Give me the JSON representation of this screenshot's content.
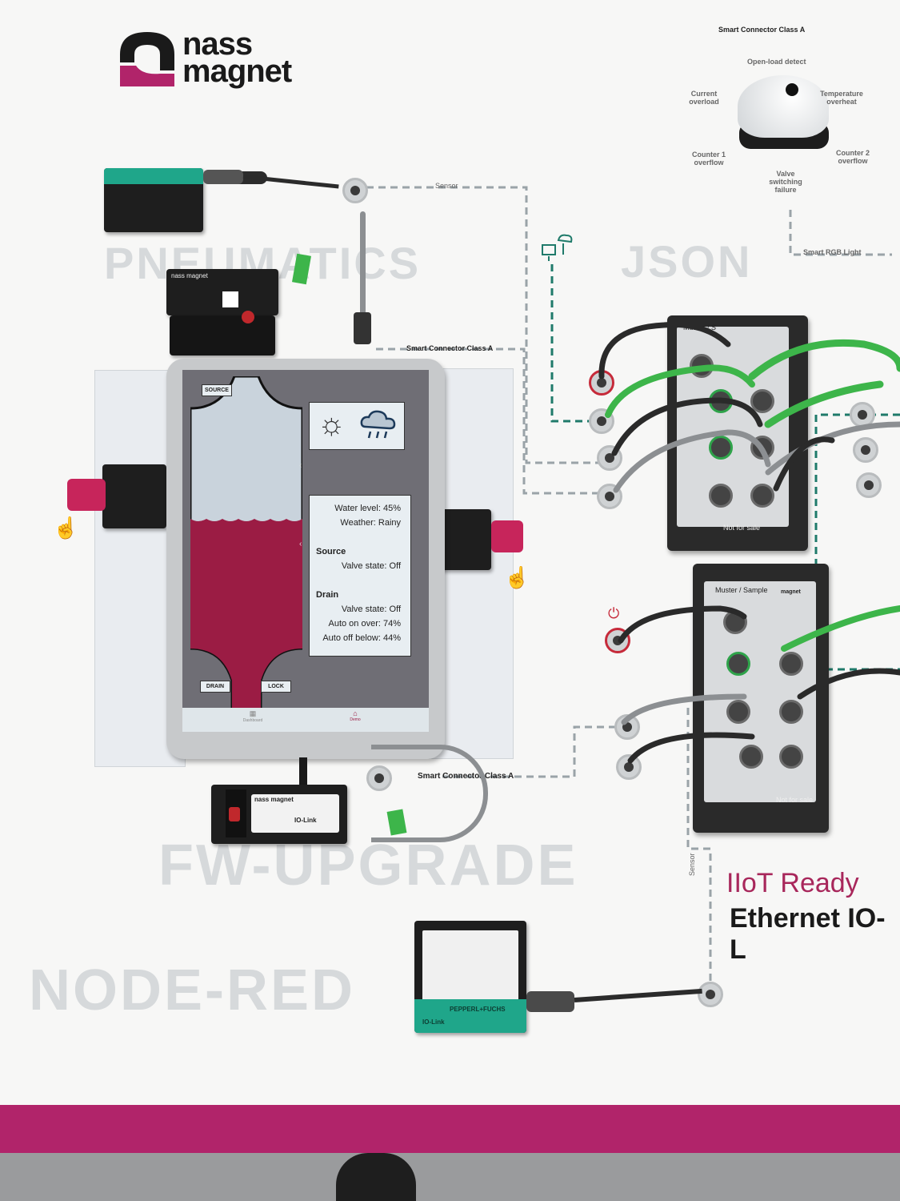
{
  "logo": {
    "line1": "nass",
    "line2": "magnet"
  },
  "board_text": {
    "pneumatics": "PNEUMATICS",
    "json": "JSON",
    "fw_upgrade": "FW-UPGRADE",
    "node_red": "NODE-RED",
    "iiot_ready": "IIoT Ready",
    "ethernet_io": "Ethernet IO-L"
  },
  "diagram": {
    "title": "Smart Connector Class A",
    "open_load": "Open-load detect",
    "current_overload": "Current overload",
    "temperature_overheat": "Temperature overheat",
    "counter1": "Counter 1 overflow",
    "counter2": "Counter 2 overflow",
    "valve_failure": "Valve switching failure"
  },
  "wire_labels": {
    "sensor_top": "Sensor",
    "smart_rgb": "Smart RGB Light",
    "sc_class_a_1": "Smart Connector Class A",
    "sc_class_a_2": "Smart Connector Class A",
    "sensor_bottom": "Sensor"
  },
  "hubs": {
    "top_header": "Muster / S",
    "bottom_header": "Muster / Sample",
    "not_for_sale_1": "Not for sale",
    "not_for_sale_2": "Not for sale"
  },
  "tablet": {
    "tank_source": "SOURCE",
    "tank_drain": "DRAIN",
    "tank_lock": "LOCK",
    "water_level": "Water level: 45%",
    "weather": "Weather: Rainy",
    "source_heading": "Source",
    "source_valve": "Valve state: Off",
    "drain_heading": "Drain",
    "drain_valve": "Valve state: Off",
    "auto_on": "Auto on over: 74%",
    "auto_off": "Auto off below: 44%",
    "nav_left": "Dashboard",
    "nav_right": "Demo",
    "water_level_fraction": 0.45
  },
  "devices": {
    "smart_connector_top": "nass magnet",
    "smart_connector_bottom": "nass magnet",
    "io_link": "IO-Link",
    "pepperl": "PEPPERL+FUCHS"
  },
  "colors": {
    "brand_magenta": "#b1246a",
    "teal": "#1fa68a",
    "cable_green": "#3db54a",
    "tank_fill": "#9b1c44",
    "dashed_line": "#9aa3a8"
  }
}
